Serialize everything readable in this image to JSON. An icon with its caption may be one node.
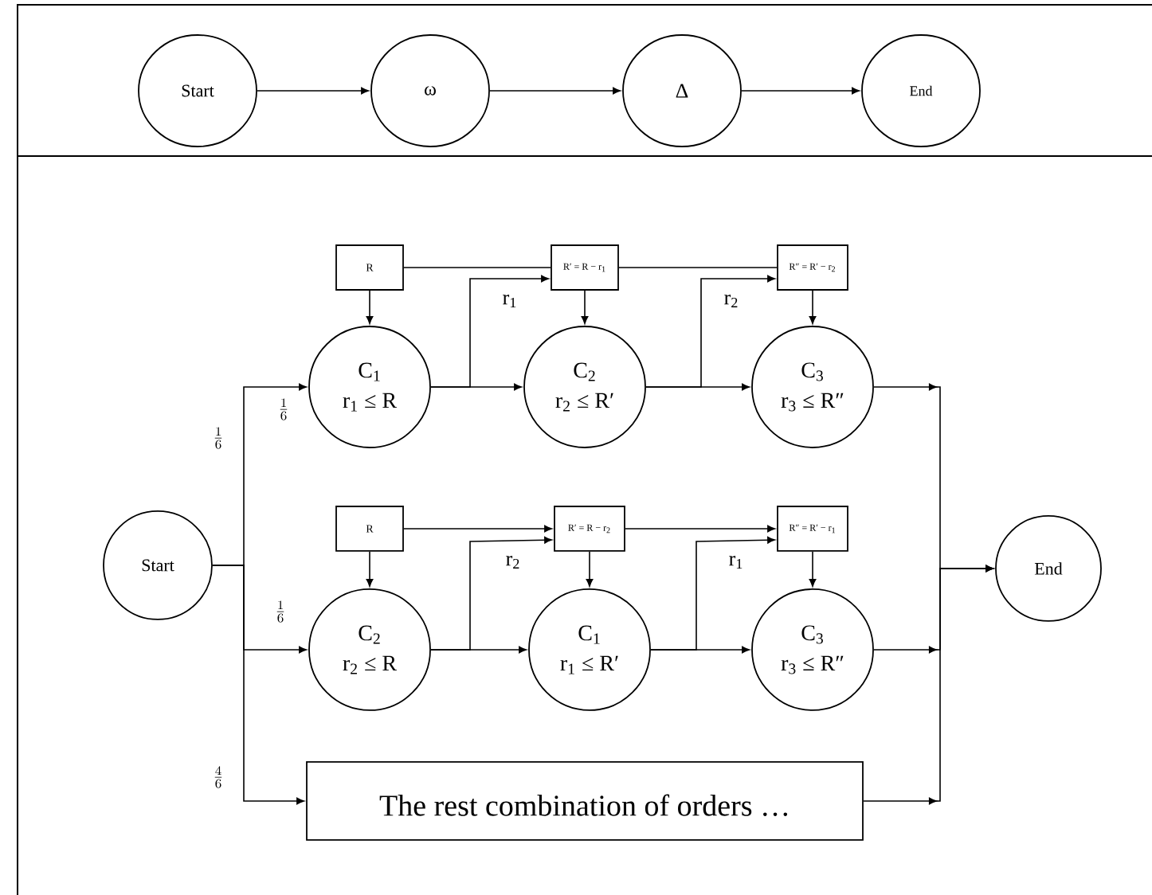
{
  "diagram": {
    "nodes": [
      {
        "text": [
          "Start"
        ]
      },
      {
        "text": [
          "ω"
        ]
      },
      {
        "text": [
          "Δ"
        ]
      },
      {
        "text": [
          "End"
        ]
      },
      {
        "text": [
          "Start"
        ]
      },
      {
        "text": [
          "R"
        ]
      },
      {
        "text": [
          "R′ = R − r$_{1}$"
        ]
      },
      {
        "text": [
          "R″ = R′ − r$_{2}$"
        ]
      },
      {
        "text": [
          "C$_{1}$",
          "r$_{1}$ ≤ R"
        ]
      },
      {
        "text": [
          "C$_{2}$",
          "r$_{2}$ ≤ R′"
        ]
      },
      {
        "text": [
          "C$_{3}$",
          "r$_{3}$ ≤ R″"
        ]
      },
      {
        "text": [
          "R"
        ]
      },
      {
        "text": [
          "R′ = R − r$_{2}$"
        ]
      },
      {
        "text": [
          "R″ = R′ − r$_{1}$"
        ]
      },
      {
        "text": [
          "C$_{2}$",
          "r$_{2}$ ≤ R"
        ]
      },
      {
        "text": [
          "C$_{1}$",
          "r$_{1}$ ≤ R′"
        ]
      },
      {
        "text": [
          "C$_{3}$",
          "r$_{3}$ ≤ R″"
        ]
      },
      {
        "text": [
          "The rest combination of orders …"
        ]
      },
      {
        "text": [
          "End"
        ]
      }
    ],
    "edges": [
      {
        "from": 0,
        "to": 1,
        "arrow": "to"
      },
      {
        "from": 1,
        "to": 2,
        "arrow": "to"
      },
      {
        "from": 2,
        "to": 3,
        "arrow": "to"
      },
      {
        "from": 4,
        "to": 8,
        "arrow": "to",
        "label": "\\frac{1}{6}"
      },
      {
        "from": 4,
        "to": 14,
        "arrow": "to",
        "label": "\\frac{1}{6}"
      },
      {
        "from": 4,
        "to": 17,
        "arrow": "to",
        "label": "\\frac{4}{6}"
      },
      {
        "from": 5,
        "to": 8,
        "arrow": "to"
      },
      {
        "from": 5,
        "to": 6,
        "arrow": "none"
      },
      {
        "from": 6,
        "to": 7,
        "arrow": "none"
      },
      {
        "from": 8,
        "to": 9,
        "arrow": "to"
      },
      {
        "from": 8,
        "to": 6,
        "arrow": "to",
        "label": "r$_{1}$"
      },
      {
        "from": 6,
        "to": 9,
        "arrow": "to"
      },
      {
        "from": 9,
        "to": 10,
        "arrow": "to"
      },
      {
        "from": 9,
        "to": 7,
        "arrow": "to",
        "label": "r$_{2}$"
      },
      {
        "from": 7,
        "to": 10,
        "arrow": "to"
      },
      {
        "from": 10,
        "to": 18,
        "arrow": "to"
      },
      {
        "from": 11,
        "to": 14,
        "arrow": "to"
      },
      {
        "from": 11,
        "to": 12,
        "arrow": "to"
      },
      {
        "from": 12,
        "to": 13,
        "arrow": "to"
      },
      {
        "from": 14,
        "to": 15,
        "arrow": "to"
      },
      {
        "from": 14,
        "to": 12,
        "arrow": "to",
        "label": "r$_{2}$"
      },
      {
        "from": 12,
        "to": 15,
        "arrow": "to"
      },
      {
        "from": 15,
        "to": 16,
        "arrow": "to"
      },
      {
        "from": 15,
        "to": 13,
        "arrow": "to",
        "label": "r$_{1}$"
      },
      {
        "from": 13,
        "to": 16,
        "arrow": "to"
      },
      {
        "from": 16,
        "to": 18,
        "arrow": "to"
      },
      {
        "from": 17,
        "to": 18,
        "arrow": "to"
      }
    ],
    "labels": [
      "\\frac{1}{6}"
    ]
  }
}
